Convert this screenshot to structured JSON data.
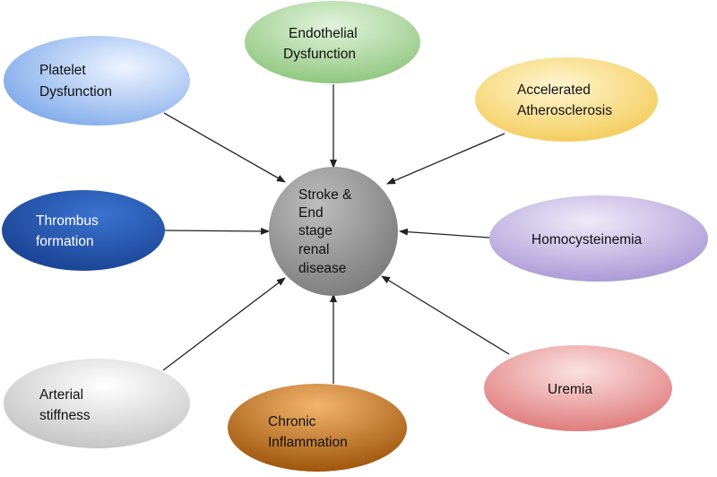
{
  "center": {
    "lines": [
      "Stroke &",
      "End",
      "stage",
      "renal",
      "disease"
    ],
    "color": "#8f8f8f"
  },
  "nodes": [
    {
      "id": "platelet-dysfunction",
      "lines": [
        "Platelet",
        "Dysfunction"
      ],
      "color": "#8fb6ee",
      "text_color": "#111111"
    },
    {
      "id": "endothelial-dysfunction",
      "lines": [
        "Endothelial",
        "Dysfunction"
      ],
      "color": "#9fd08f",
      "text_color": "#111111"
    },
    {
      "id": "accelerated-atherosclerosis",
      "lines": [
        "Accelerated",
        "Atherosclerosis"
      ],
      "color": "#f6d36a",
      "text_color": "#111111"
    },
    {
      "id": "thrombus-formation",
      "lines": [
        "Thrombus",
        "formation"
      ],
      "color": "#1f4fa8",
      "text_color": "#ffffff"
    },
    {
      "id": "homocysteinemia",
      "lines": [
        "Homocysteinemia"
      ],
      "color": "#b9a9dc",
      "text_color": "#111111"
    },
    {
      "id": "arterial-stiffness",
      "lines": [
        "Arterial",
        "stiffness"
      ],
      "color": "#d4d4d4",
      "text_color": "#111111"
    },
    {
      "id": "chronic-inflammation",
      "lines": [
        "Chronic",
        "Inflammation"
      ],
      "color": "#b2610f",
      "text_color": "#111111"
    },
    {
      "id": "uremia",
      "lines": [
        "Uremia"
      ],
      "color": "#e48a8a",
      "text_color": "#111111"
    }
  ]
}
